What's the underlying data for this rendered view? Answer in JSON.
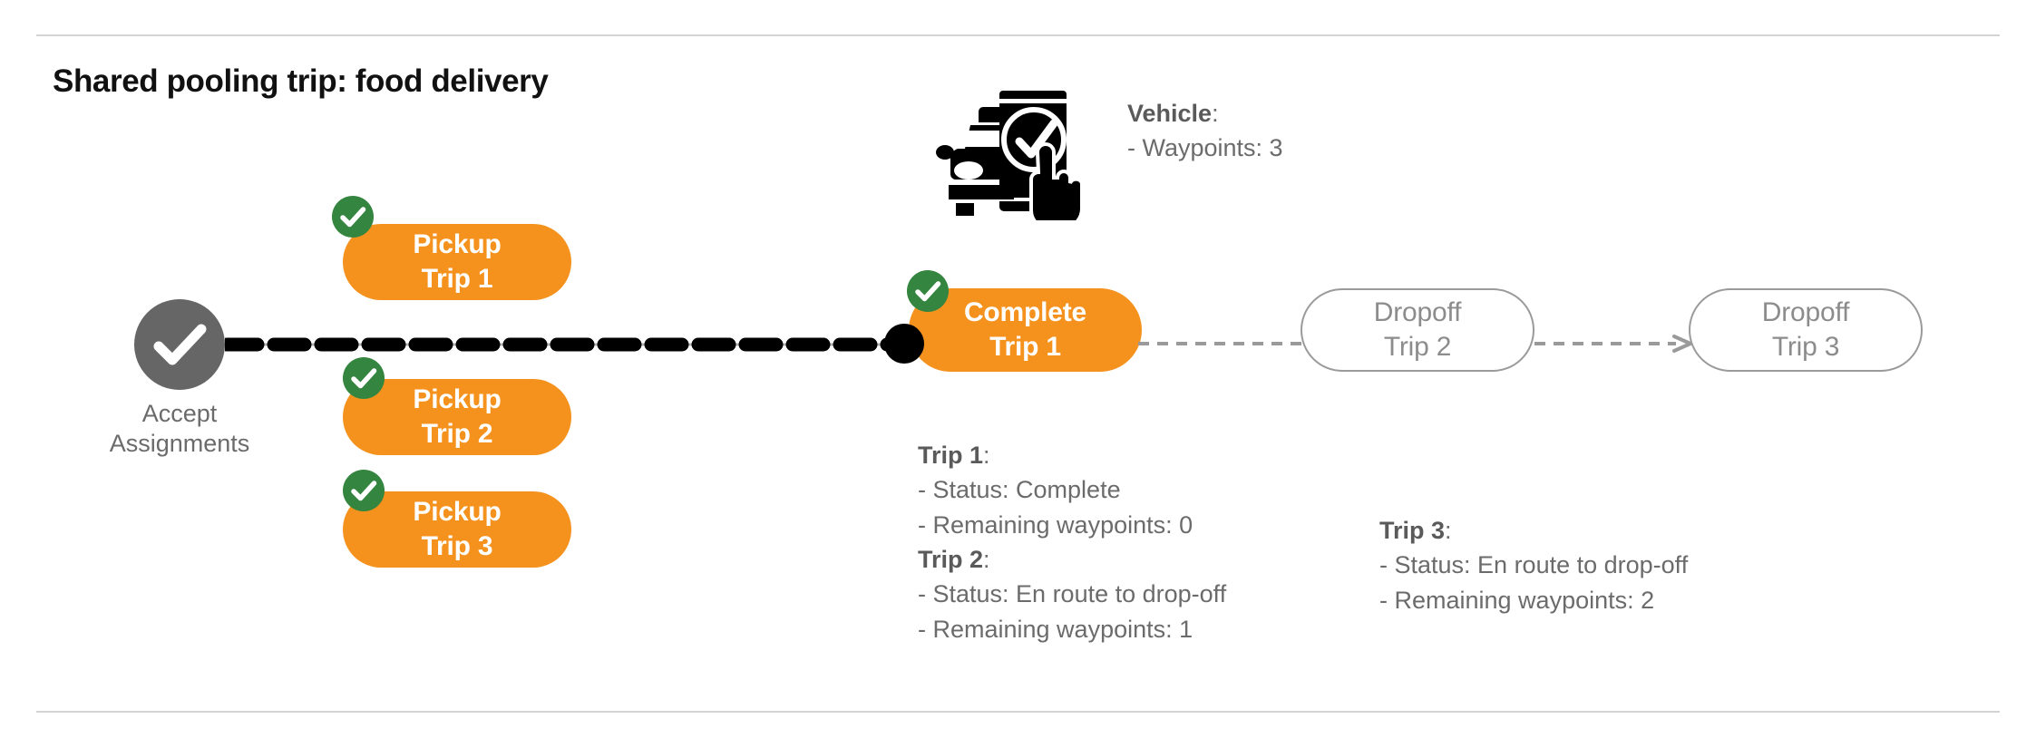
{
  "page": {
    "title": "Shared pooling trip: food delivery",
    "background": "#ffffff",
    "colors": {
      "orange": "#F5921E",
      "green": "#34853F",
      "gray_node": "#666666",
      "gray_text": "#6b6b6b",
      "gray_outline": "#9a9a9a",
      "black": "#000000",
      "rule": "#d4d4d4"
    }
  },
  "start_node": {
    "label_line1": "Accept",
    "label_line2": "Assignments",
    "icon": "check-icon"
  },
  "pickups": [
    {
      "line1": "Pickup",
      "line2": "Trip 1",
      "status_icon": "check-badge-icon",
      "completed": true
    },
    {
      "line1": "Pickup",
      "line2": "Trip 2",
      "status_icon": "check-badge-icon",
      "completed": true
    },
    {
      "line1": "Pickup",
      "line2": "Trip 3",
      "status_icon": "check-badge-icon",
      "completed": true
    }
  ],
  "complete_node": {
    "line1": "Complete",
    "line2": "Trip 1",
    "status_icon": "check-badge-icon",
    "completed": true
  },
  "dropoffs": [
    {
      "line1": "Dropoff",
      "line2": "Trip 2",
      "completed": false
    },
    {
      "line1": "Dropoff",
      "line2": "Trip 3",
      "completed": false
    }
  ],
  "vehicle": {
    "icon": "car-phone-check-icon",
    "heading": "Vehicle",
    "heading_suffix": ":",
    "detail": "- Waypoints: 3"
  },
  "trip_info": {
    "trip1": {
      "heading": "Trip 1",
      "heading_suffix": ":",
      "status": "- Status:  Complete",
      "waypoints": "- Remaining waypoints: 0"
    },
    "trip2": {
      "heading": "Trip 2",
      "heading_suffix": ":",
      "status": "- Status:  En route to drop-off",
      "waypoints": "- Remaining waypoints: 1"
    },
    "trip3": {
      "heading": "Trip 3",
      "heading_suffix": ":",
      "status": "- Status:  En route to drop-off",
      "waypoints": "- Remaining waypoints: 2"
    }
  }
}
